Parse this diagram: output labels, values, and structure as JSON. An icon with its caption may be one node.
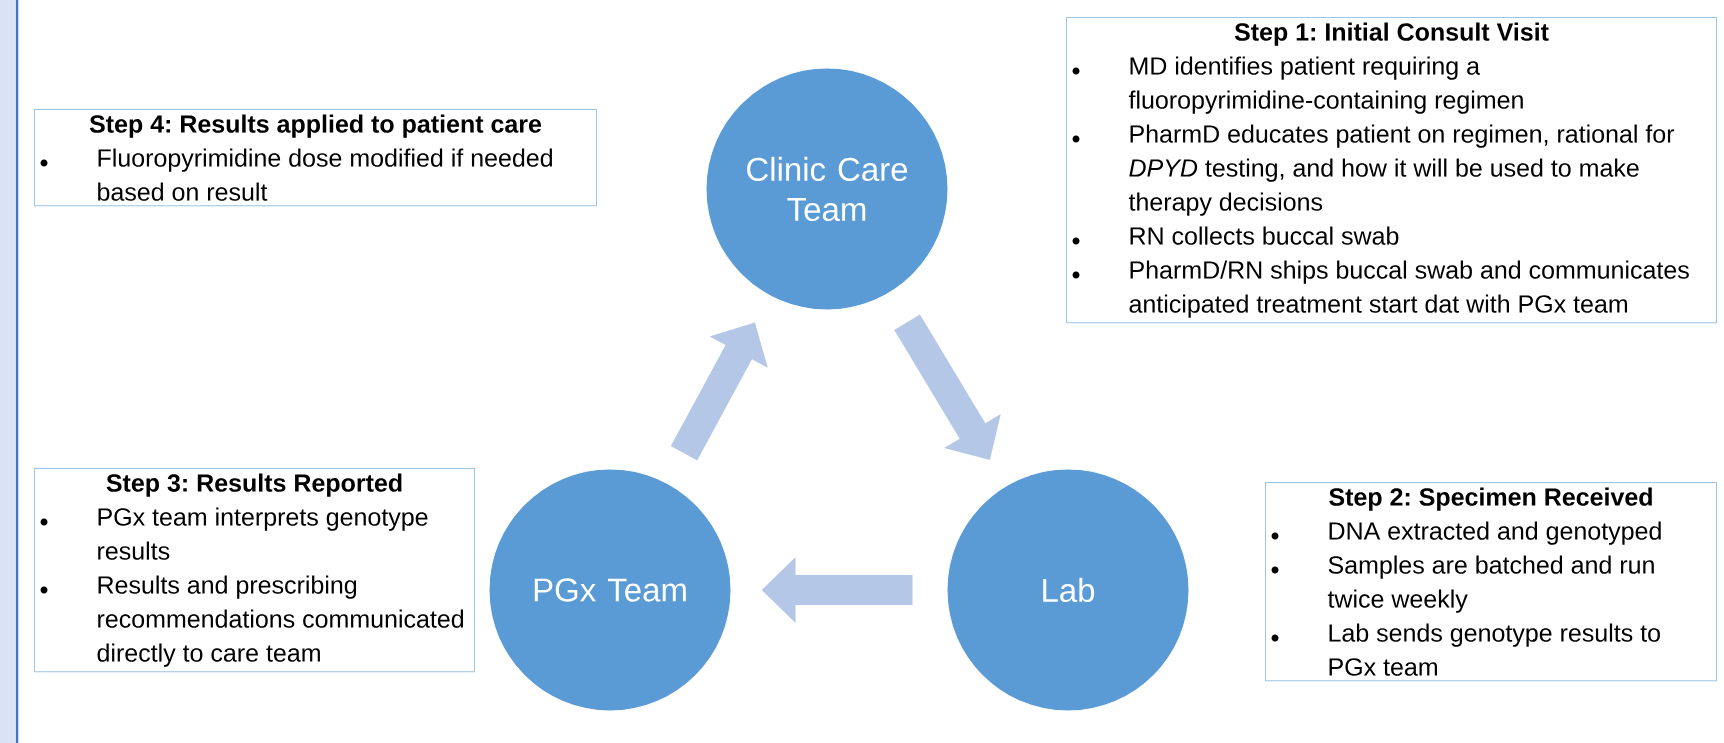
{
  "diagram": {
    "nodes": [
      {
        "text": [
          "Step 4: Results applied to patient care",
          "Fluoropyrimidine dose modified if needed based on result"
        ]
      },
      {
        "text": [
          "Clinic Care Team"
        ]
      },
      {
        "text": [
          "Step 1: Initial Consult Visit",
          "MD identifies patient requiring a fluoropyrimidine-containing regimen",
          "PharmD educates patient on regimen, rational for *DPYD* testing, and how it will be used to make therapy decisions",
          "RN collects buccal swab",
          "PharmD/RN ships buccal swab and communicates anticipated treatment start dat with PGx team"
        ]
      },
      {
        "text": [
          "Step 3: Results Reported",
          "PGx team interprets genotype results",
          "Results and prescribing recommendations communicated directly to care team"
        ]
      },
      {
        "text": [
          "PGx Team"
        ]
      },
      {
        "text": [
          "Lab"
        ]
      },
      {
        "text": [
          "Step 2: Specimen Received",
          "DNA extracted and genotyped",
          "Samples are batched and run twice weekly",
          "Lab sends genotype results to PGx team"
        ]
      }
    ],
    "edges": [
      {
        "from": 1,
        "to": 5,
        "arrow": "to"
      },
      {
        "from": 5,
        "to": 4,
        "arrow": "to"
      },
      {
        "from": 4,
        "to": 1,
        "arrow": "to"
      }
    ]
  }
}
